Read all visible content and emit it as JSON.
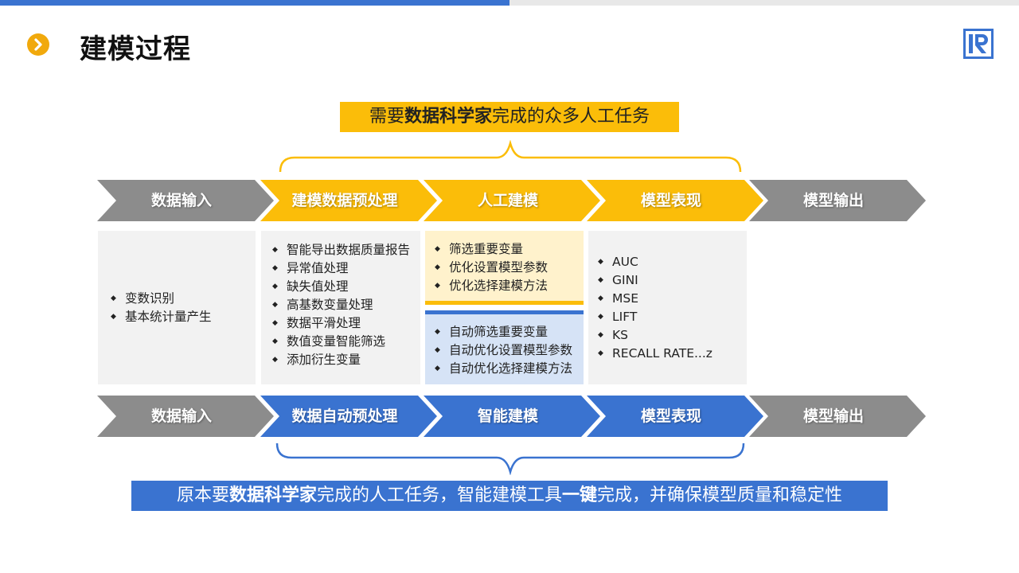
{
  "page": {
    "title": "建模过程"
  },
  "callouts": {
    "top": {
      "pre": "需要",
      "bold": "数据科学家",
      "post": "完成的众多人工任务"
    },
    "bottom": {
      "pre": "原本要",
      "bold1": "数据科学家",
      "mid": "完成的人工任务，智能建模工具",
      "bold2": "一键",
      "post": "完成，并确保模型质量和稳定性"
    }
  },
  "top_flow": [
    {
      "label": "数据输入",
      "color": "#8c8c8c"
    },
    {
      "label": "建模数据预处理",
      "color": "#fbbd09"
    },
    {
      "label": "人工建模",
      "color": "#fbbd09"
    },
    {
      "label": "模型表现",
      "color": "#fbbd09"
    },
    {
      "label": "模型输出",
      "color": "#8c8c8c"
    }
  ],
  "bottom_flow": [
    {
      "label": "数据输入",
      "color": "#8c8c8c"
    },
    {
      "label": "数据自动预处理",
      "color": "#3a73d0"
    },
    {
      "label": "智能建模",
      "color": "#3a73d0"
    },
    {
      "label": "模型表现",
      "color": "#3a73d0"
    },
    {
      "label": "模型输出",
      "color": "#8c8c8c"
    }
  ],
  "details": {
    "input": [
      "变数识别",
      "基本统计量产生"
    ],
    "preprocess": [
      "智能导出数据质量报告",
      "异常值处理",
      "缺失值处理",
      "高基数变量处理",
      "数据平滑处理",
      "数值变量智能筛选",
      "添加衍生变量"
    ],
    "manual_modeling": [
      "筛选重要变量",
      "优化设置模型参数",
      "优化选择建模方法"
    ],
    "smart_modeling": [
      "自动筛选重要变量",
      "自动优化设置模型参数",
      "自动优化选择建模方法"
    ],
    "performance": [
      "AUC",
      "GINI",
      "MSE",
      "LIFT",
      "KS",
      "RECALL RATE...z"
    ]
  },
  "colors": {
    "accent_yellow": "#fbbd09",
    "accent_blue": "#3a73d0",
    "gray_arrow": "#8c8c8c",
    "title_bullet": "#f1a90c"
  },
  "icons": {
    "title_bullet": "chevron-right-icon",
    "logo": "r-logo-icon"
  }
}
